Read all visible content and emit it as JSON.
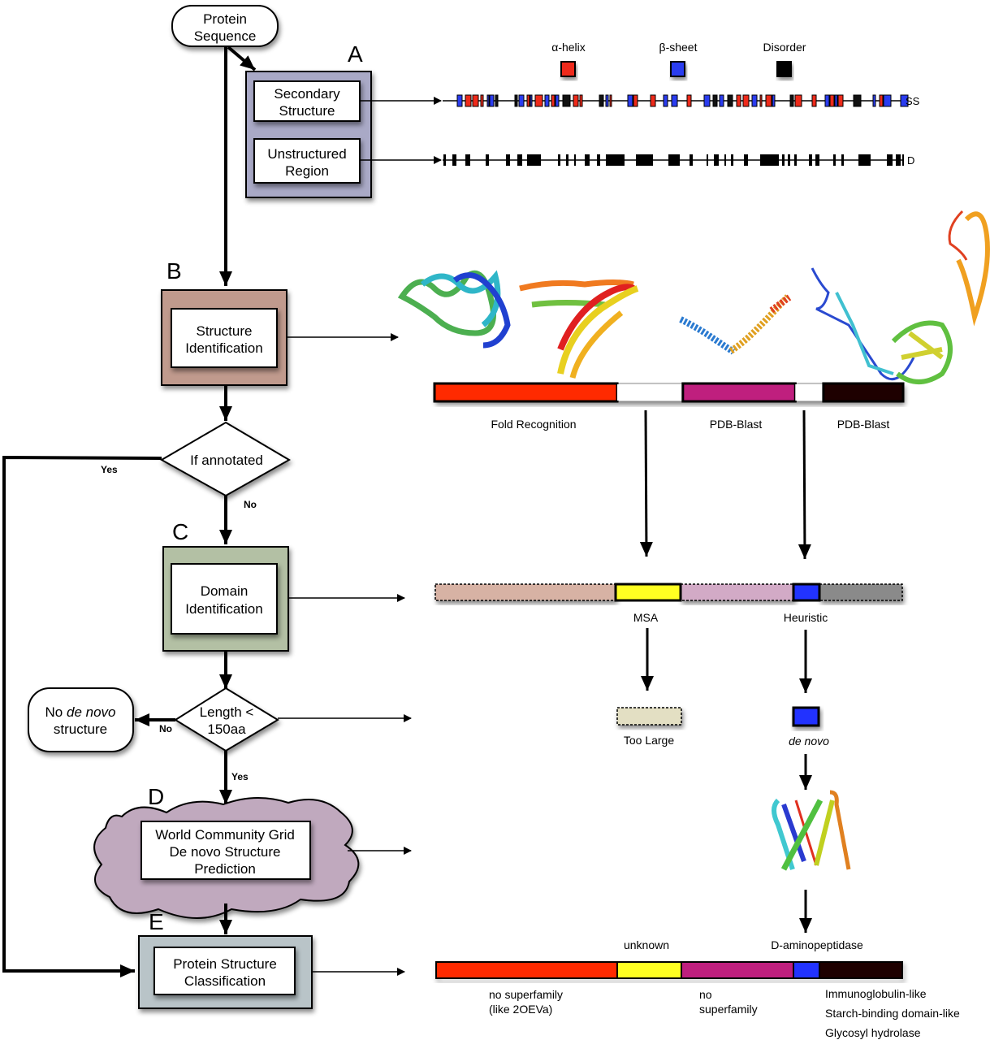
{
  "colors": {
    "helix": "#ee2a1a",
    "sheet": "#2a3cf0",
    "disorder": "#000000",
    "panel_a": "#a9a9c6",
    "panel_b": "#c09a8d",
    "panel_c": "#b3c0a4",
    "panel_d": "#c0a9be",
    "panel_e": "#b9c4c8",
    "fold_recognition": "#ff2a00",
    "pdb_blast_1": "#bf1f7e",
    "pdb_blast_2": "#1e0000",
    "msa_domain": "#ffff22",
    "heuristic_domain": "#2233ff",
    "too_large": "#e3dfc3"
  },
  "start": {
    "line1": "Protein",
    "line2": "Sequence"
  },
  "sections": {
    "A": {
      "letter": "A",
      "secondary_structure": {
        "line1": "Secondary",
        "line2": "Structure"
      },
      "unstructured_region": {
        "line1": "Unstructured",
        "line2": "Region"
      }
    },
    "B": {
      "letter": "B",
      "line1": "Structure",
      "line2": "Identification"
    },
    "C": {
      "letter": "C",
      "line1": "Domain",
      "line2": "Identification"
    },
    "D": {
      "letter": "D",
      "line1": "World Community Grid",
      "line2": "De novo Structure",
      "line3": "Prediction"
    },
    "E": {
      "letter": "E",
      "line1": "Protein Structure",
      "line2": "Classification"
    }
  },
  "decisions": {
    "annotated": {
      "label": "If annotated",
      "yes": "Yes",
      "no": "No"
    },
    "length": {
      "line1": "Length <",
      "line2": "150aa",
      "yes": "Yes",
      "no": "No"
    }
  },
  "no_de_novo": {
    "prefix": "No ",
    "italic": "de novo",
    "line2": "structure"
  },
  "legend": [
    {
      "label": "α-helix",
      "key": "helix"
    },
    {
      "label": "β-sheet",
      "key": "sheet"
    },
    {
      "label": "Disorder",
      "key": "disorder"
    }
  ],
  "tracks": {
    "ss_suffix": "SS",
    "disorder_suffix": "D"
  },
  "structure_bar": {
    "segments": [
      {
        "label": "Fold Recognition",
        "start": 0.0,
        "end": 0.39,
        "color_key": "fold_recognition"
      },
      {
        "label": "",
        "start": 0.39,
        "end": 0.53,
        "color_key": ""
      },
      {
        "label": "PDB-Blast",
        "start": 0.53,
        "end": 0.77,
        "color_key": "pdb_blast_1"
      },
      {
        "label": "",
        "start": 0.77,
        "end": 0.83,
        "color_key": ""
      },
      {
        "label": "PDB-Blast",
        "start": 0.83,
        "end": 1.0,
        "color_key": "pdb_blast_2"
      }
    ]
  },
  "domain_bar": {
    "msa_label": "MSA",
    "heuristic_label": "Heuristic",
    "too_large_label": "Too Large",
    "de_novo_label": "de novo"
  },
  "classification_bar": {
    "top_labels": [
      "unknown",
      "D-aminopeptidase"
    ],
    "bottom_labels": {
      "seg1": [
        "no superfamily",
        "(like 2OEVa)"
      ],
      "seg3": [
        "no",
        "superfamily"
      ],
      "seg5": [
        "Immunoglobulin-like",
        "Starch-binding domain-like",
        "Glycosyl hydrolase"
      ]
    }
  }
}
